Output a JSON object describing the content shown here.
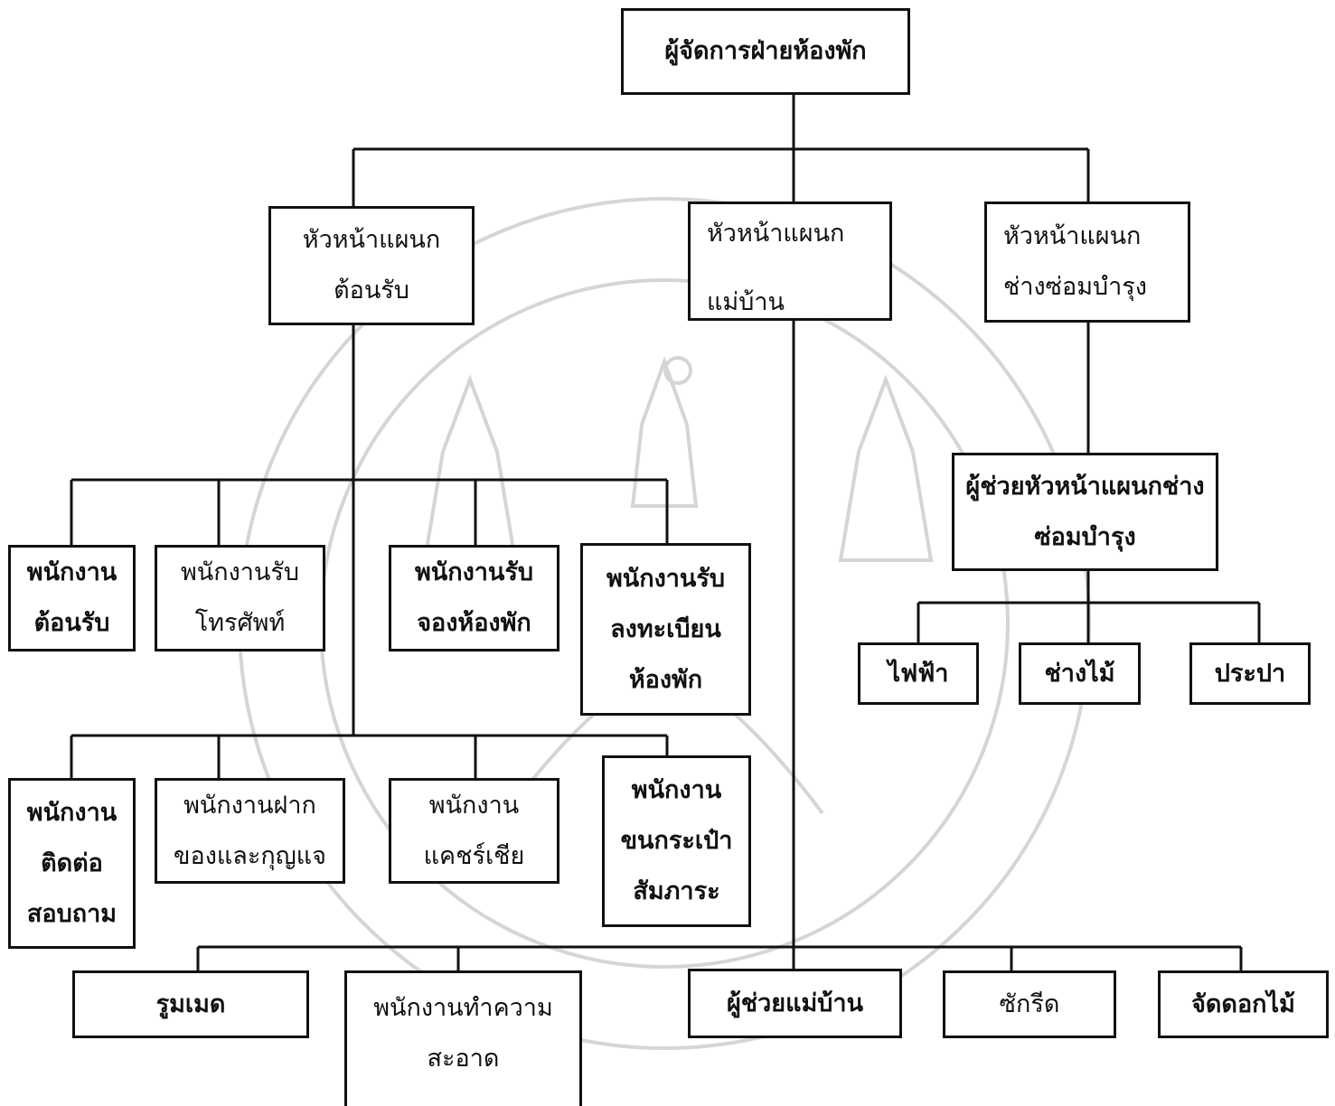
{
  "nodes": {
    "manager": "ผู้จัดการฝ่ายห้องพัก",
    "front_head": "หัวหน้าแผนก\nต้อนรับ",
    "house_head": "หัวหน้าแผนก\n\nแม่บ้าน",
    "maint_head": "หัวหน้าแผนก\nช่างซ่อมบำรุง",
    "maint_assistant": "ผู้ช่วยหัวหน้าแผนกช่าง\nซ่อมบำรุง",
    "electric": "ไฟฟ้า",
    "carpenter": "ช่างไม้",
    "plumbing": "ประปา",
    "reception_staff": "พนักงาน\nต้อนรับ",
    "phone_staff": "พนักงานรับ\nโทรศัพท์",
    "reservation_staff": "พนักงานรับ\nจองห้องพัก",
    "registration_staff": "พนักงานรับ\nลงทะเบียน\nห้องพัก",
    "info_staff": "พนักงาน\nติดต่อ\nสอบถาม",
    "deposit_staff": "พนักงานฝาก\nของและกุญแจ",
    "cashier_staff": "พนักงาน\nแคชร์เชีย",
    "bellboy_staff": "พนักงาน\nขนกระเป๋า\nสัมภาระ",
    "roommaid": "รูมเมด",
    "cleaning_staff": "พนักงานทำความ\nสะอาด",
    "housekeeper_assistant": "ผู้ช่วยแม่บ้าน",
    "laundry": "ซักรีด",
    "flowers": "จัดดอกไม้"
  },
  "colors": {
    "line": "#111111",
    "watermark": "#c8c8c8"
  }
}
